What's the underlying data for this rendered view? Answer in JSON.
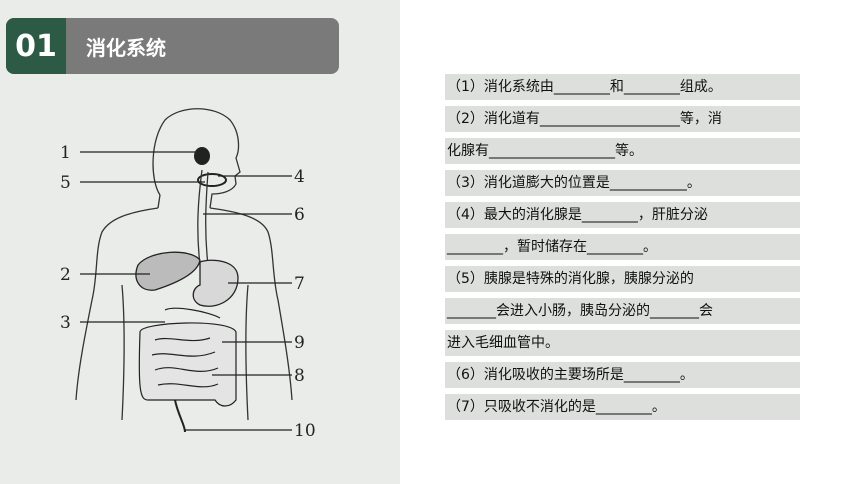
{
  "header": {
    "number": "01",
    "title": "消化系统"
  },
  "diagram": {
    "labels": [
      "1",
      "5",
      "2",
      "3",
      "4",
      "6",
      "7",
      "9",
      "8",
      "10"
    ]
  },
  "questions": [
    "（1）消化系统由________和________组成。",
    "（2）消化道有____________________等，消",
    "化腺有__________________等。",
    "（3）消化道膨大的位置是___________。",
    "（4）最大的消化腺是________，肝脏分泌",
    "________，暂时储存在________。",
    "（5）胰腺是特殊的消化腺，胰腺分泌的",
    "_______会进入小肠，胰岛分泌的_______会",
    "进入毛细血管中。",
    "（6）消化吸收的主要场所是________。",
    "（7）只吸收不消化的是________。"
  ]
}
